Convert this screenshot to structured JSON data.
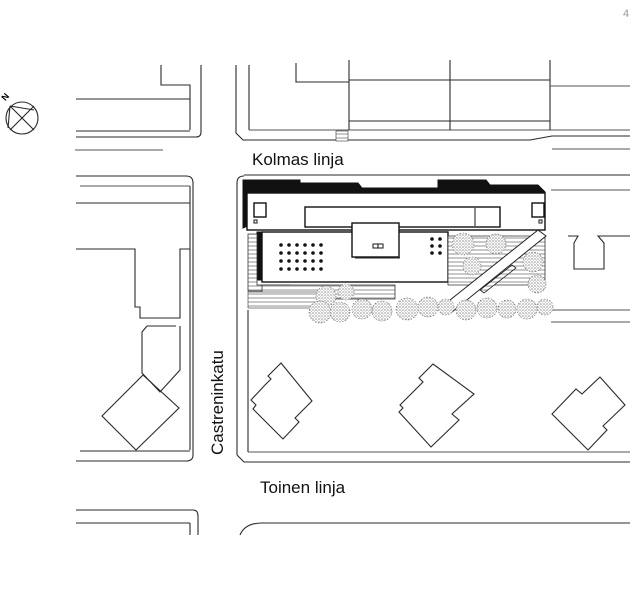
{
  "drawing": {
    "type": "site-plan",
    "page_number": "4",
    "north_label": "N"
  },
  "streets": {
    "top": "Kolmas linja",
    "left_vertical": "Castreninkatu",
    "bottom": "Toinen linja"
  },
  "site": {
    "main_building": {
      "column_grid_left": {
        "rows": 4,
        "cols": 6
      },
      "column_grid_right": {
        "rows": 3,
        "cols": 2
      }
    },
    "trees_count": 18
  },
  "colors": {
    "ink": "#111111",
    "paper": "#ffffff",
    "hatch": "#888888"
  }
}
